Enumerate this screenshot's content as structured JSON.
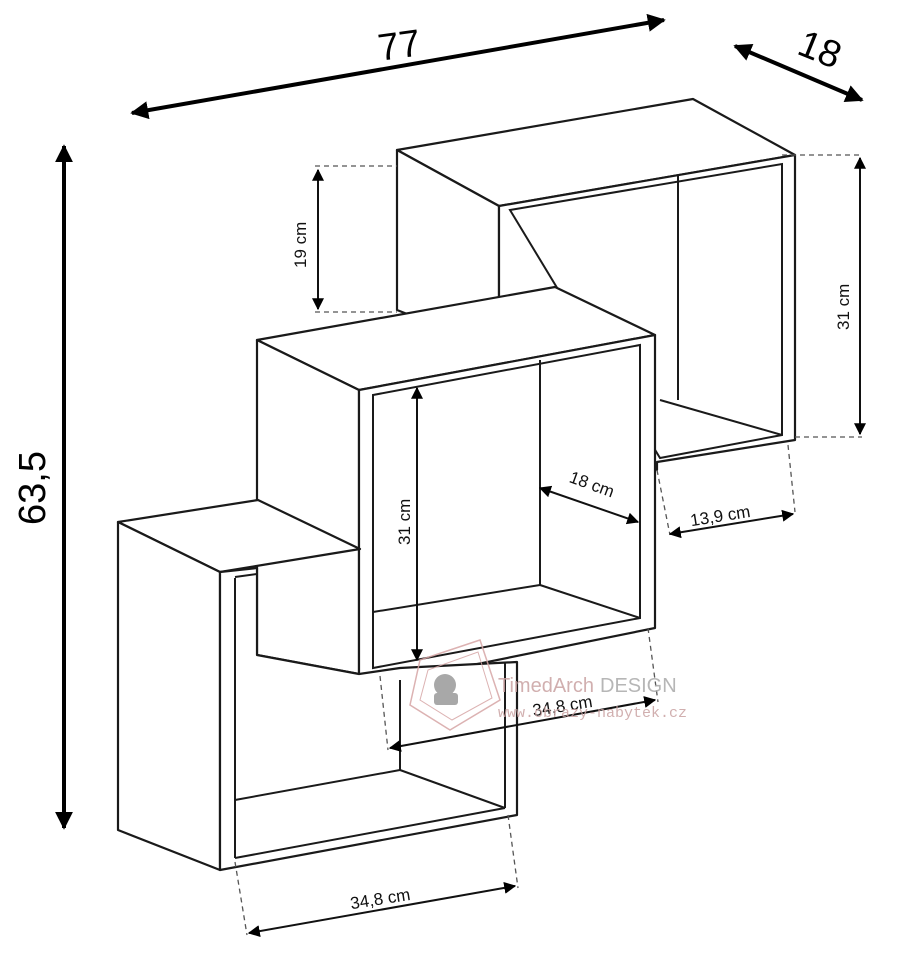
{
  "dimensions": {
    "total_width": "77",
    "total_depth": "18",
    "total_height": "63,5",
    "top_box_front": "19 cm",
    "top_box_right": "31 cm",
    "middle_box_height": "31 cm",
    "middle_box_depth": "18 cm",
    "top_box_bottom": "13,9 cm",
    "middle_box_bottom": "34,8 cm",
    "bottom_box_width": "34,8 cm"
  },
  "watermark": {
    "brand_prefix": "TimedArch",
    "brand_suffix": "DESIGN",
    "url": "www.obrazy-nabytek.cz",
    "colors": {
      "brand": "#c9a2a2",
      "design": "#aaaaaa"
    }
  }
}
